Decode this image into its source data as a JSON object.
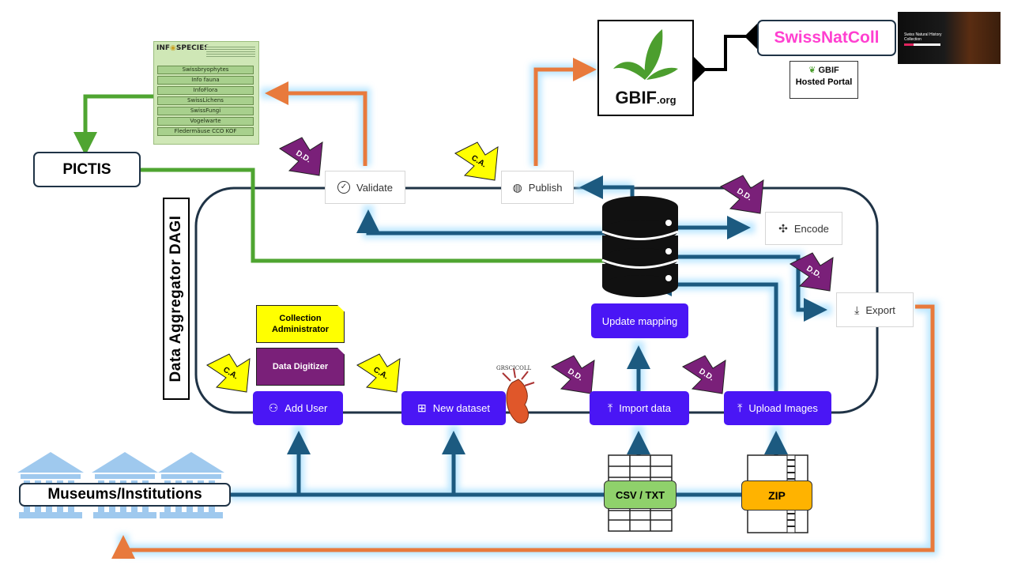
{
  "vertical_title": "Data Aggregator DAGI",
  "nodes": {
    "validate": "Validate",
    "publish": "Publish",
    "encode": "Encode",
    "export": "Export",
    "update_mapping": "Update mapping",
    "add_user": "Add User",
    "new_dataset": "New dataset",
    "import_data": "Import data",
    "upload_images": "Upload Images",
    "pictis": "PICTIS",
    "museums": "Museums/Institutions",
    "gbif": "GBIF",
    "gbif_suffix": ".org",
    "swissnatcoll": "SwissNatColl",
    "gbif_hosted_small": "GBIF",
    "gbif_hosted": "Hosted Portal",
    "csv": "CSV / TXT",
    "zip": "ZIP",
    "grscicoll": "GRSCICOLL",
    "swiss_nh_banner": "Swiss Natural History Collection"
  },
  "roles": {
    "collection_admin": "Collection Administrator",
    "data_digitizer": "Data Digitizer",
    "ca": "C.A.",
    "dd": "D.D."
  },
  "infospecies": {
    "logo_left": "INF",
    "logo_right": "SPECIES",
    "items": [
      "Swissbryophytes",
      "Info fauna",
      "InfoFlora",
      "SwissLichens",
      "SwissFungi",
      "Vogelwarte",
      "Fledermäuse CCO KOF"
    ]
  },
  "colors": {
    "main_flow": "#1c5a80",
    "glow": "#8fd7ff",
    "orange_flow": "#e87a3c",
    "green_flow": "#4fa531",
    "purple_step": "#4a16f5",
    "yellow_badge": "#ffff00",
    "purple_badge": "#7a2079",
    "csv_green": "#8fd16b",
    "zip_orange": "#ffb300",
    "swissnatcoll_pink": "#ff3fd0",
    "gbif_green": "#4c9e2e"
  }
}
